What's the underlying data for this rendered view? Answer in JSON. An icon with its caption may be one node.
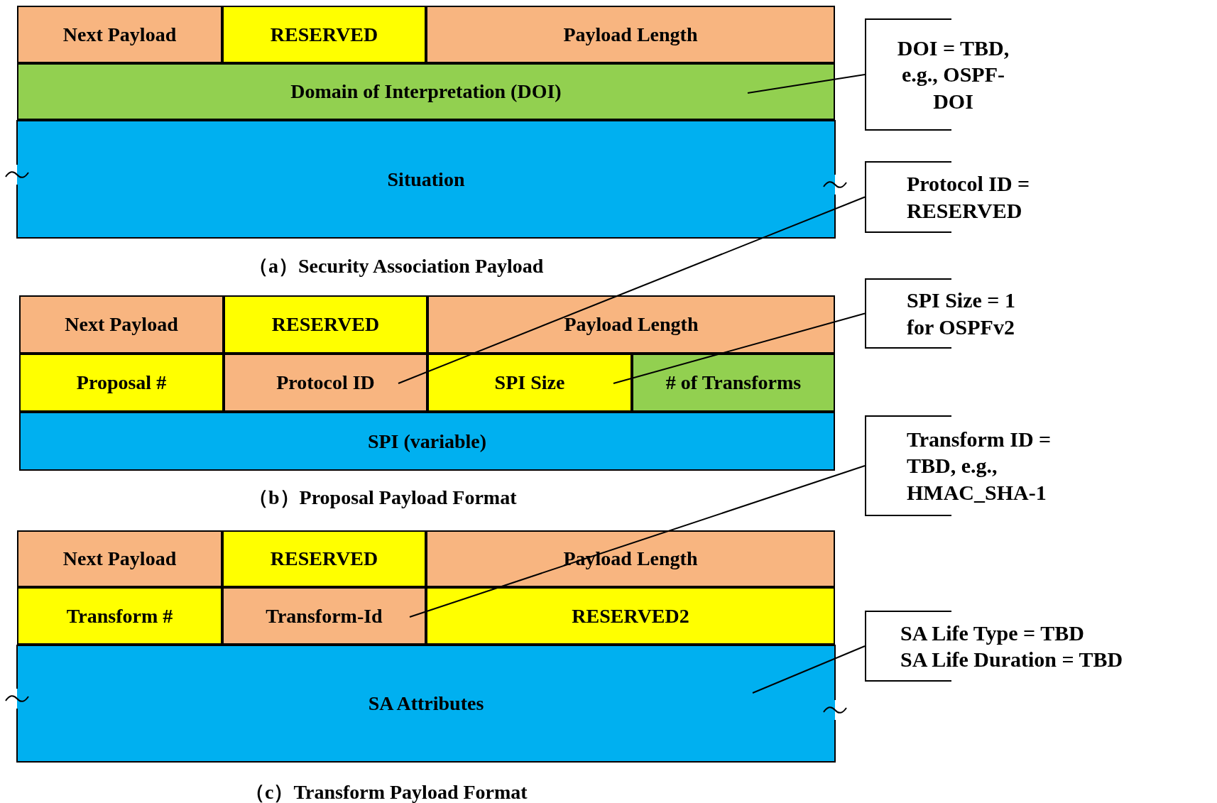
{
  "diagram": {
    "nodes": [
      {
        "text": [
          "Next Payload"
        ]
      },
      {
        "text": [
          "RESERVED"
        ]
      },
      {
        "text": [
          "Payload Length"
        ]
      },
      {
        "text": [
          "Domain of Interpretation (DOI)"
        ]
      },
      {
        "text": [
          "Situation"
        ]
      },
      {
        "text": [
          "Next Payload"
        ]
      },
      {
        "text": [
          "RESERVED"
        ]
      },
      {
        "text": [
          "Payload Length"
        ]
      },
      {
        "text": [
          "Proposal #"
        ]
      },
      {
        "text": [
          "Protocol ID"
        ]
      },
      {
        "text": [
          "SPI Size"
        ]
      },
      {
        "text": [
          "# of Transforms"
        ]
      },
      {
        "text": [
          "SPI (variable)"
        ]
      },
      {
        "text": [
          "Next Payload"
        ]
      },
      {
        "text": [
          "RESERVED"
        ]
      },
      {
        "text": [
          "Payload Length"
        ]
      },
      {
        "text": [
          "Transform #"
        ]
      },
      {
        "text": [
          "Transform-Id"
        ]
      },
      {
        "text": [
          "RESERVED2"
        ]
      },
      {
        "text": [
          "SA Attributes"
        ]
      },
      {
        "text": [
          "DOI = TBD, e.g., OSPF-DOI"
        ]
      },
      {
        "text": [
          "Protocol ID = RESERVED"
        ]
      },
      {
        "text": [
          "SPI Size = 1 for OSPFv2"
        ]
      },
      {
        "text": [
          "Transform ID = TBD, e.g., HMAC_SHA-1"
        ]
      },
      {
        "text": [
          "SA Life Type = TBD",
          "SA Life Duration = TBD"
        ]
      }
    ],
    "edges": [
      {
        "from": 20,
        "to": 3,
        "arrow": "none"
      },
      {
        "from": 21,
        "to": 9,
        "arrow": "none"
      },
      {
        "from": 22,
        "to": 10,
        "arrow": "none"
      },
      {
        "from": 23,
        "to": 17,
        "arrow": "none"
      },
      {
        "from": 24,
        "to": 19,
        "arrow": "none"
      }
    ],
    "labels": [
      "（a）Security Association Payload",
      "（b）Proposal Payload Format",
      "（c）Transform Payload Format"
    ]
  }
}
